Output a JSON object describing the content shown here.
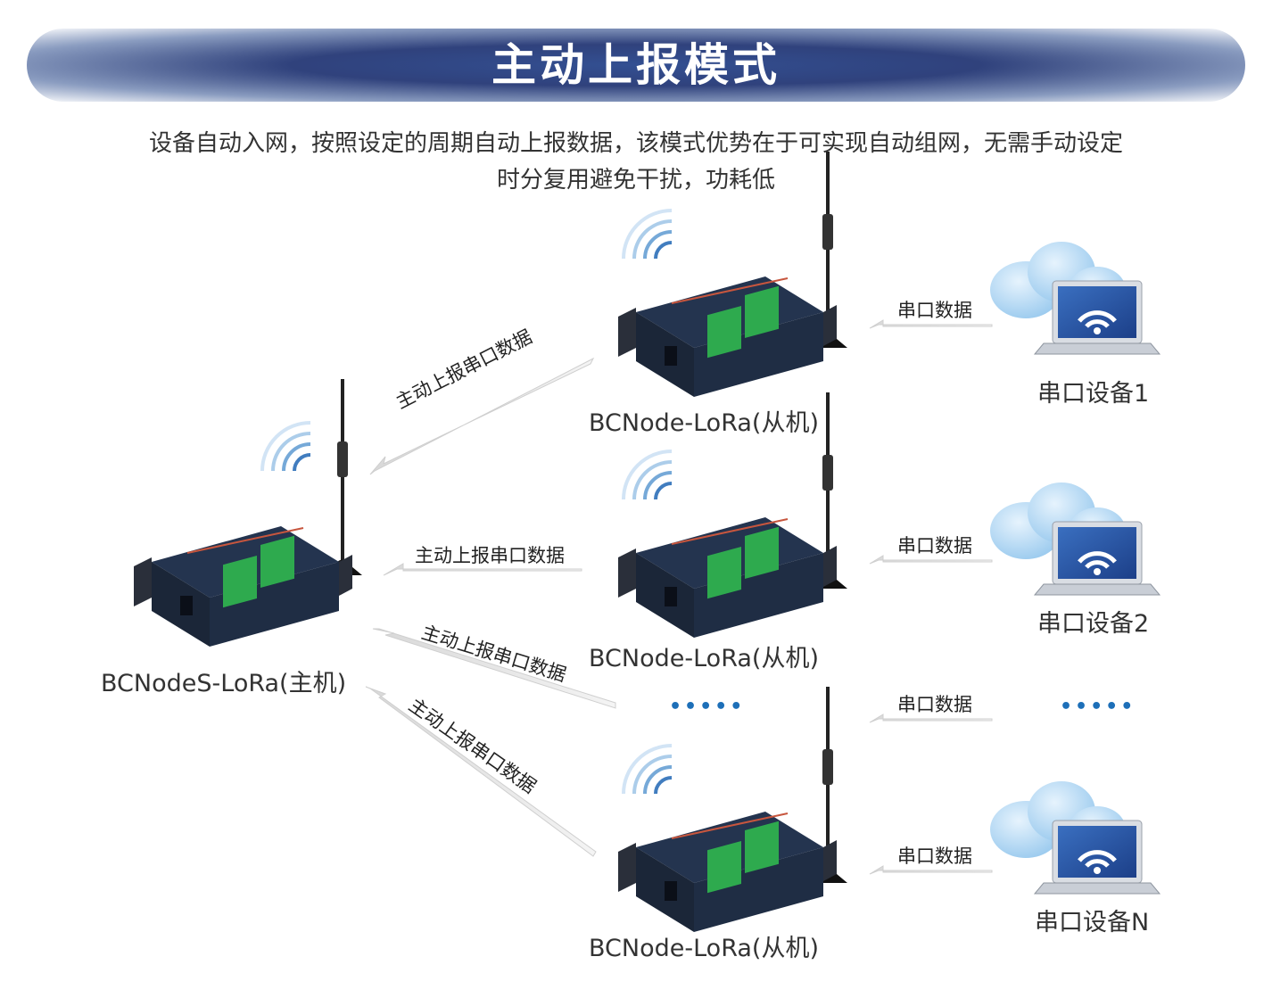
{
  "title": "主动上报模式",
  "description": {
    "line1": "设备自动入网，按照设定的周期自动上报数据，该模式优势在于可实现自动组网，无需手动设定",
    "line2": "时分复用避免干扰，功耗低"
  },
  "master": {
    "name": "BCNodeS-LoRa(主机)",
    "device_text": "BCNodeS-LoRa"
  },
  "slaves": [
    {
      "name": "BCNode-LoRa(从机)",
      "device_text": "BCNode-LoRa"
    },
    {
      "name": "BCNode-LoRa(从机)",
      "device_text": "BCNode-LoRa"
    },
    {
      "name": "BCNode-LoRa(从机)",
      "device_text": "BCNode-LoRa"
    }
  ],
  "serial_devices": [
    {
      "name": "串口设备1"
    },
    {
      "name": "串口设备2"
    },
    {
      "name": "串口设备N"
    }
  ],
  "flows": {
    "report_label": "主动上报串口数据",
    "serial_label": "串口数据"
  },
  "ellipsis": "•••••",
  "colors": {
    "banner": "#1f3a7a",
    "device_body": "#1f2d44",
    "terminal_green": "#2eaa4e",
    "wifi_blue": "#2c6fb8",
    "cloud_blue": "#a9d3f2"
  }
}
